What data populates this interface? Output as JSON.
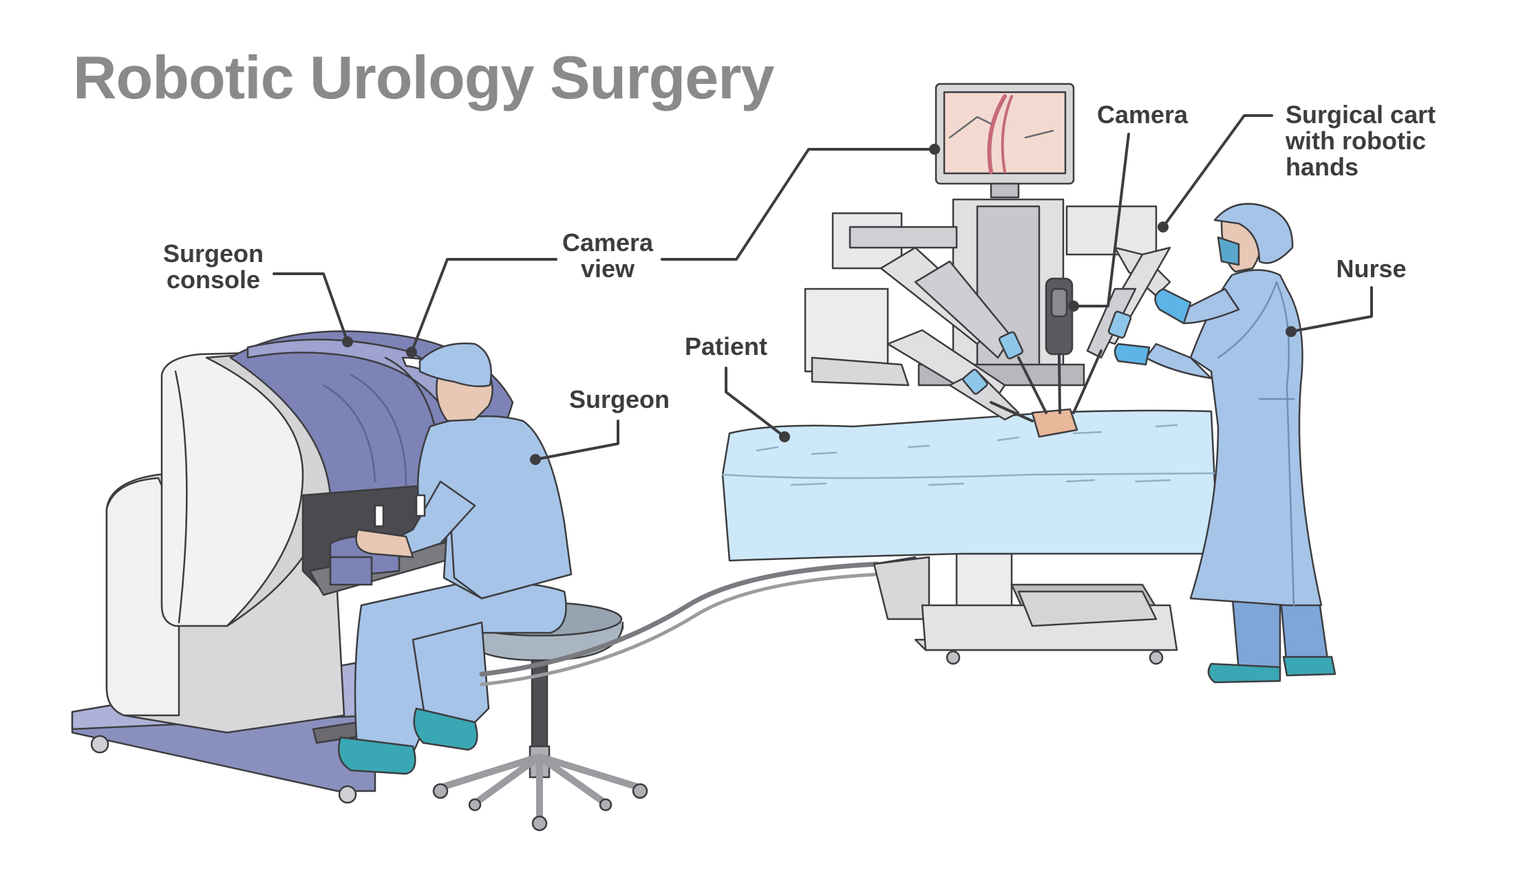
{
  "title": "Robotic Urology Surgery",
  "labels": {
    "surgeon_console": [
      "Surgeon",
      "console"
    ],
    "camera_view": [
      "Camera",
      "view"
    ],
    "surgeon": "Surgeon",
    "patient": "Patient",
    "camera": "Camera",
    "surgical_cart": [
      "Surgical cart",
      "with robotic",
      "hands"
    ],
    "nurse": "Nurse"
  },
  "colors": {
    "title": "#8a8a8d",
    "label_text": "#3d3d40",
    "console_purple": "#7a80b0",
    "scrubs_blue": "#a6c4e8",
    "drape_blue": "#cde8f8",
    "shoe_teal": "#3aa7b4",
    "machine_grey": "#e6e6e8"
  }
}
